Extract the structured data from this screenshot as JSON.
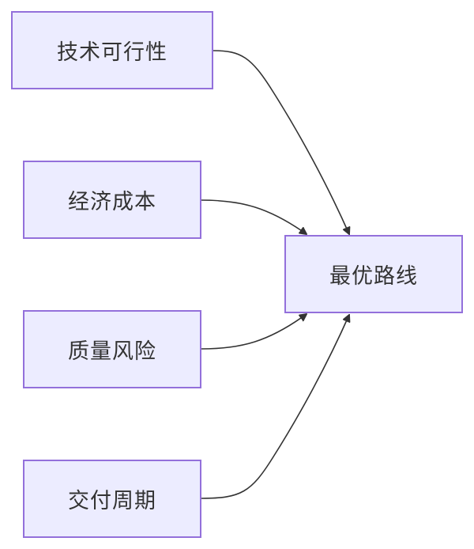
{
  "diagram": {
    "nodes": [
      {
        "id": "tech",
        "label": "技术可行性"
      },
      {
        "id": "econ",
        "label": "经济成本"
      },
      {
        "id": "qual",
        "label": "质量风险"
      },
      {
        "id": "deli",
        "label": "交付周期"
      },
      {
        "id": "best",
        "label": "最优路线"
      }
    ],
    "edges": [
      {
        "from": "技术可行性",
        "to": "最优路线"
      },
      {
        "from": "经济成本",
        "to": "最优路线"
      },
      {
        "from": "质量风险",
        "to": "最优路线"
      },
      {
        "from": "交付周期",
        "to": "最优路线"
      }
    ],
    "colors": {
      "node_fill": "#ececff",
      "node_border": "#9370db",
      "edge": "#333333",
      "text": "#333333"
    }
  }
}
